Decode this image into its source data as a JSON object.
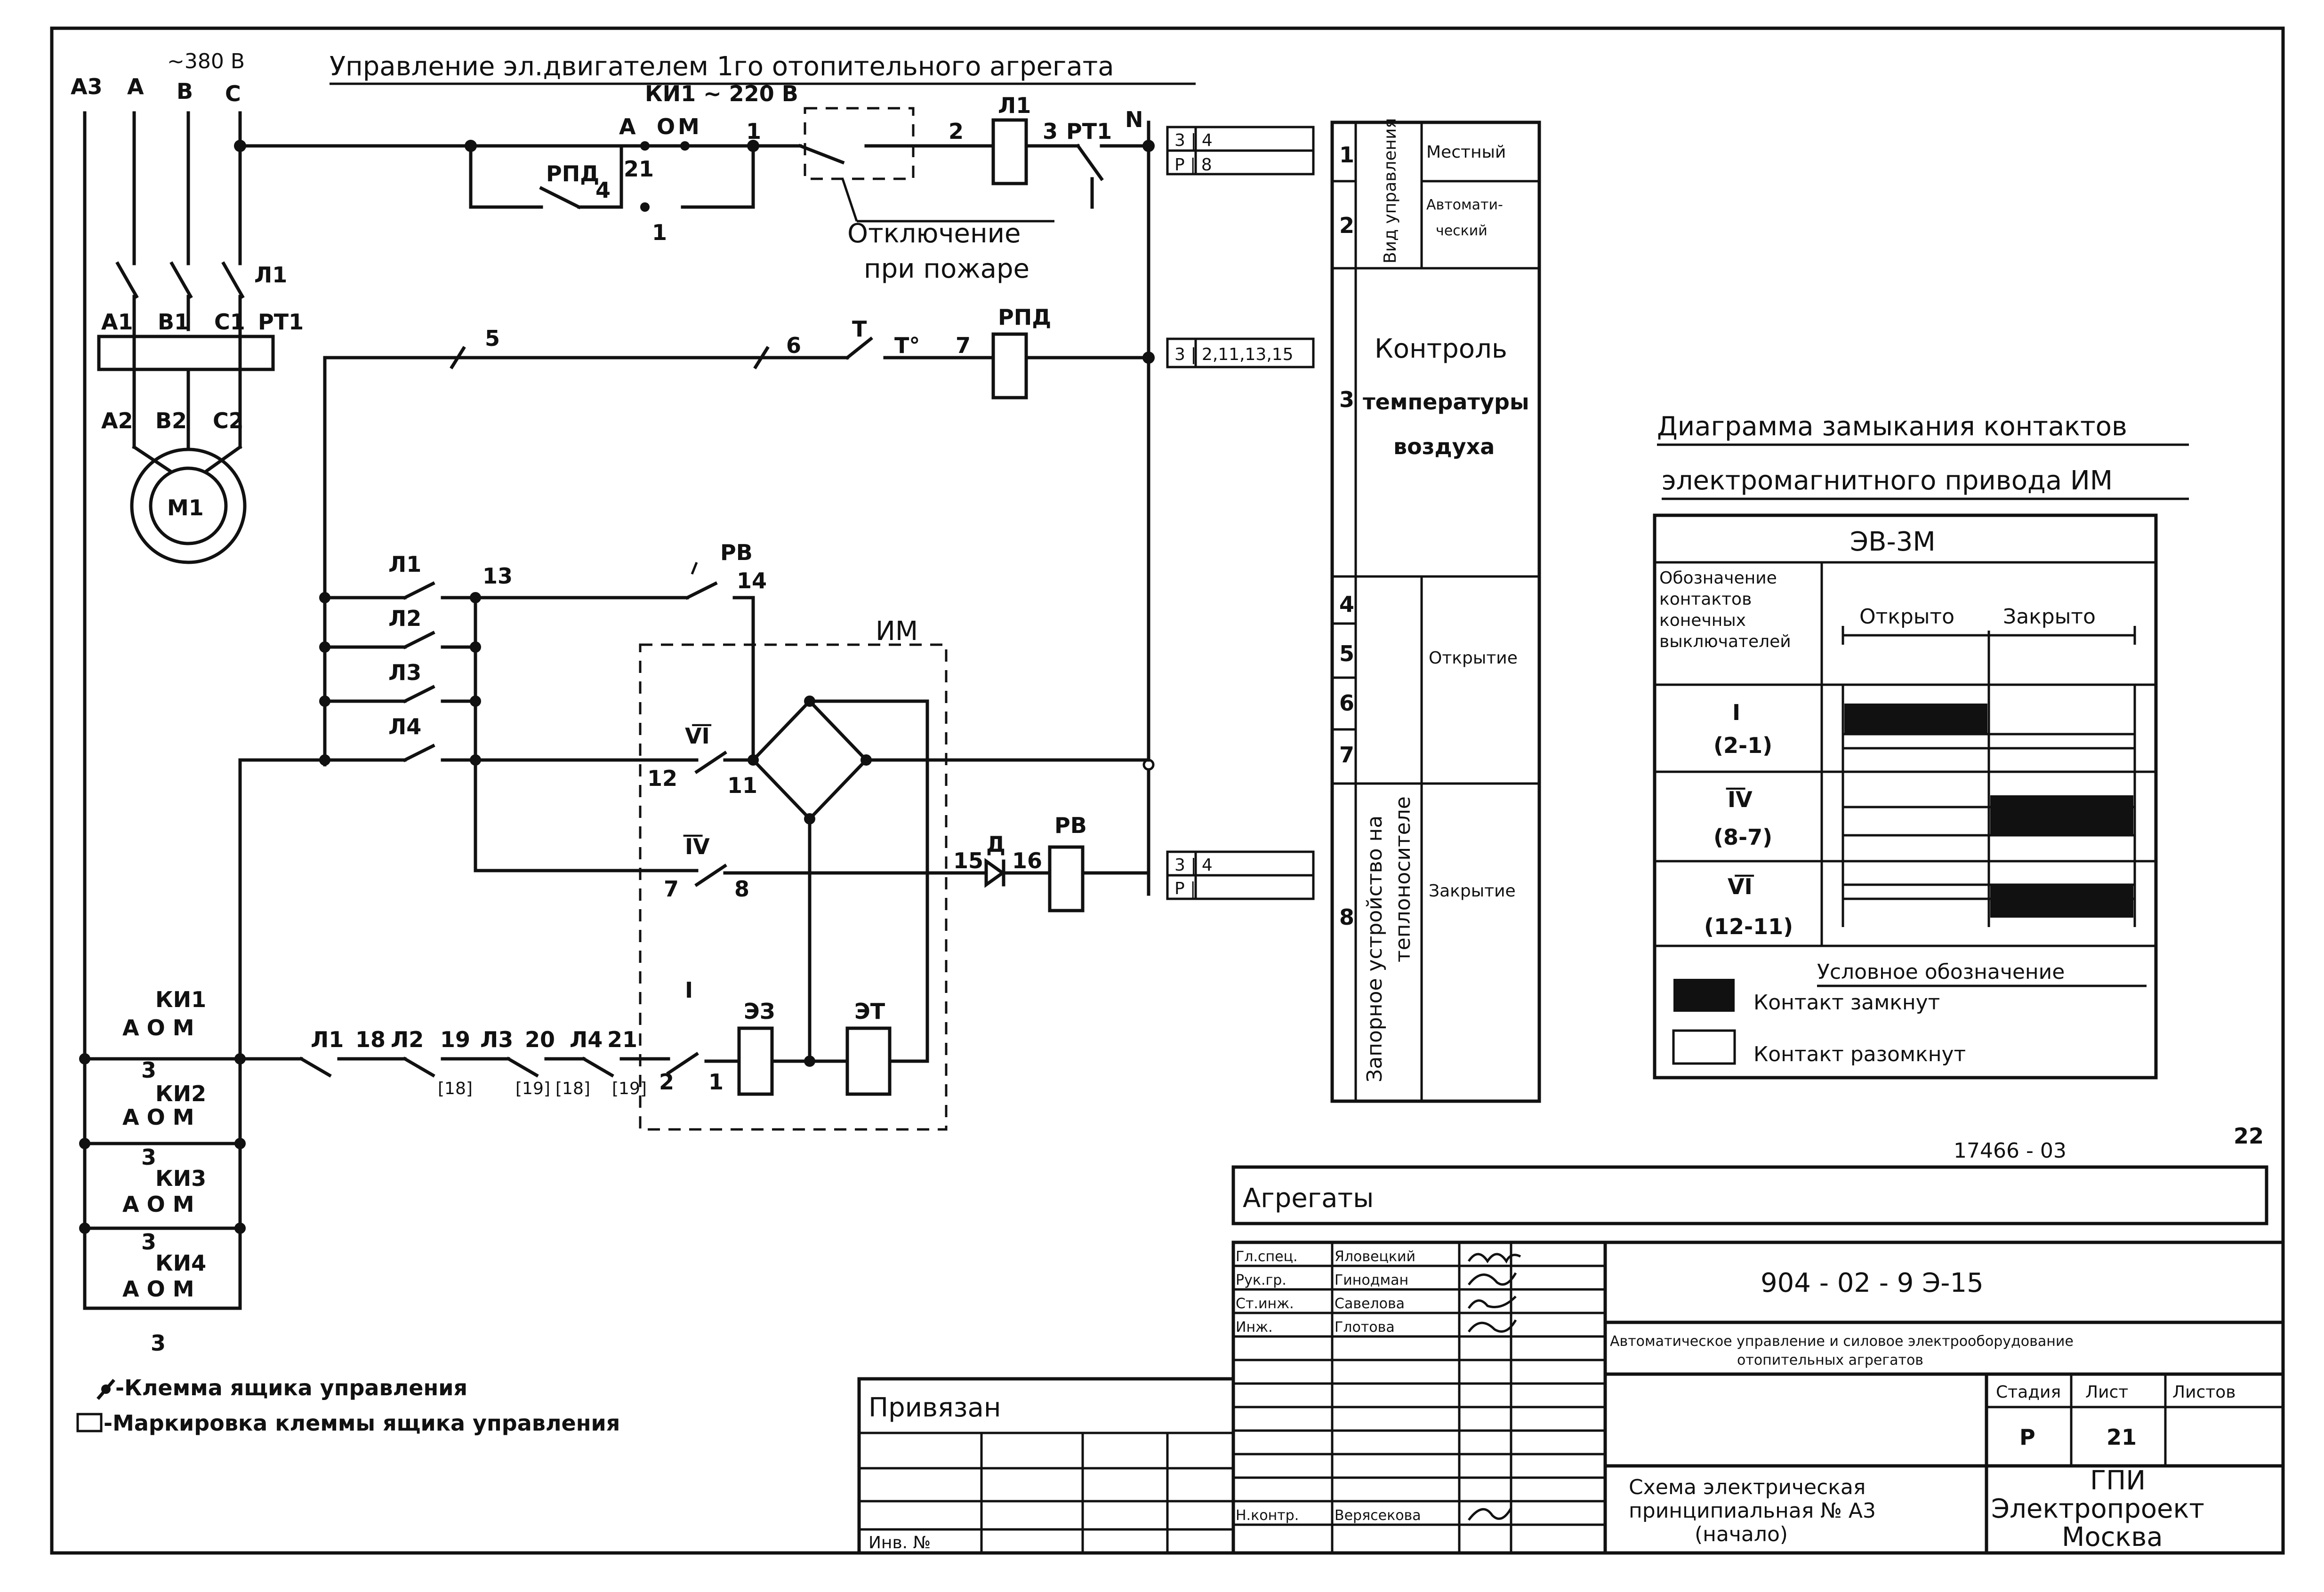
{
  "title": "Управление эл.двигателем 1го отопительного агрегата",
  "power": {
    "voltage": "~380 В",
    "phases": [
      "А3",
      "А",
      "В",
      "С"
    ],
    "phase_points": [
      "А1",
      "В1",
      "С1",
      "РТ1",
      "А2",
      "В2",
      "С2",
      "Л1"
    ],
    "motor": "М1"
  },
  "circuit": {
    "switch_label": "КИ1 ~ 220 В",
    "switch_positions": [
      "А",
      "О",
      "М"
    ],
    "contact_numbers": [
      "21",
      "1",
      "4",
      "1",
      "2",
      "3",
      "N",
      "5",
      "6",
      "7",
      "13",
      "14",
      "12",
      "11",
      "15",
      "16",
      "8"
    ],
    "fire_off": [
      "Отключение",
      "при пожаре"
    ],
    "relays": {
      "l1": "Л1",
      "pt1": "РТ1",
      "rpd": "РПД",
      "t": "Т",
      "to": "Т°",
      "rv": "РВ",
      "im": "ИМ",
      "d": "Д",
      "ez": "ЭЗ",
      "et": "ЭТ"
    },
    "limit_switches": [
      "Л1",
      "Л2",
      "Л3",
      "Л4"
    ],
    "contacts_roman": [
      "V͞I",
      "I͞V",
      "I"
    ],
    "bottom_chain": [
      "Л1",
      "18",
      "Л2",
      "19",
      "Л3",
      "20",
      "Л4",
      "21",
      "2",
      "1"
    ],
    "bottom_marks": [
      "[18]",
      "[19]",
      "[18]",
      "[19]"
    ],
    "switches": [
      {
        "name": "КИ1",
        "pos": "А О М",
        "num": "3"
      },
      {
        "name": "КИ2",
        "pos": "А О М",
        "num": "3"
      },
      {
        "name": "КИ3",
        "pos": "А О М",
        "num": "3"
      },
      {
        "name": "КИ4",
        "pos": "А О М",
        "num": "3"
      }
    ]
  },
  "refs": [
    {
      "top": "3 | 4",
      "bottom": "Р | 8"
    },
    {
      "top": "3 | 2,11,13,15",
      "bottom": ""
    },
    {
      "top": "3 | 4",
      "bottom": "Р |"
    }
  ],
  "functions": {
    "rows": [
      "1",
      "2",
      "3",
      "4",
      "5",
      "6",
      "7",
      "8"
    ],
    "mode_group": "Вид управления",
    "mode_local": "Местный",
    "mode_auto": [
      "Автомати-",
      "ческий"
    ],
    "temp_control": [
      "Контроль",
      "температуры",
      "воздуха"
    ],
    "valve_group": [
      "Запорное устройство на",
      "теплоносителе"
    ],
    "open": "Открытие",
    "close": "Закрытие"
  },
  "contact_diagram": {
    "title_1": "Диаграмма замыкания контактов",
    "title_2": "электромагнитного привода ИМ",
    "model": "ЭВ-3М",
    "header": [
      "Обозначение",
      "контактов",
      "конечных",
      "выключателей"
    ],
    "open_label": "Открыто",
    "closed_label": "Закрыто",
    "rows": [
      {
        "roman": "I",
        "pins": "(2-1)",
        "closed_open": true,
        "closed_close": false
      },
      {
        "roman": "I͞V",
        "pins": "(8-7)",
        "closed_open": false,
        "closed_close": true
      },
      {
        "roman": "V͞I",
        "pins": "(12-11)",
        "closed_open": false,
        "closed_close": true
      }
    ],
    "legend_title": "Условное обозначение",
    "legend_closed": "Контакт замкнут",
    "legend_open": "Контакт разомкнут"
  },
  "notes": {
    "terminal": "-Клемма ящика управления",
    "marking": "-Маркировка клеммы ящика управления"
  },
  "stamp": {
    "doc_number": "17466 - 03",
    "page_corner": "22",
    "aggregates": "Агрегаты",
    "project": "904 - 02 - 9      Э-15",
    "description": [
      "Автоматическое управление и силовое электрооборудование",
      "отопительных агрегатов"
    ],
    "people": [
      {
        "role": "Гл.спец.",
        "name": "Яловецкий"
      },
      {
        "role": "Рук.гр.",
        "name": "Гинодман"
      },
      {
        "role": "Ст.инж.",
        "name": "Савелова"
      },
      {
        "role": "Инж.",
        "name": "Глотова"
      }
    ],
    "nkontr_role": "Н.контр.",
    "nkontr_name": "Верясекова",
    "stage_label": "Стадия",
    "sheet_label": "Лист",
    "sheets_label": "Листов",
    "stage": "Р",
    "sheet": "21",
    "sheet_title": [
      "Схема электрическая",
      "принципиальная № А3",
      "(начало)"
    ],
    "org": [
      "ГПИ",
      "Электропроект",
      "Москва"
    ],
    "privyazan": "Привязан",
    "inv": "Инв. №"
  }
}
